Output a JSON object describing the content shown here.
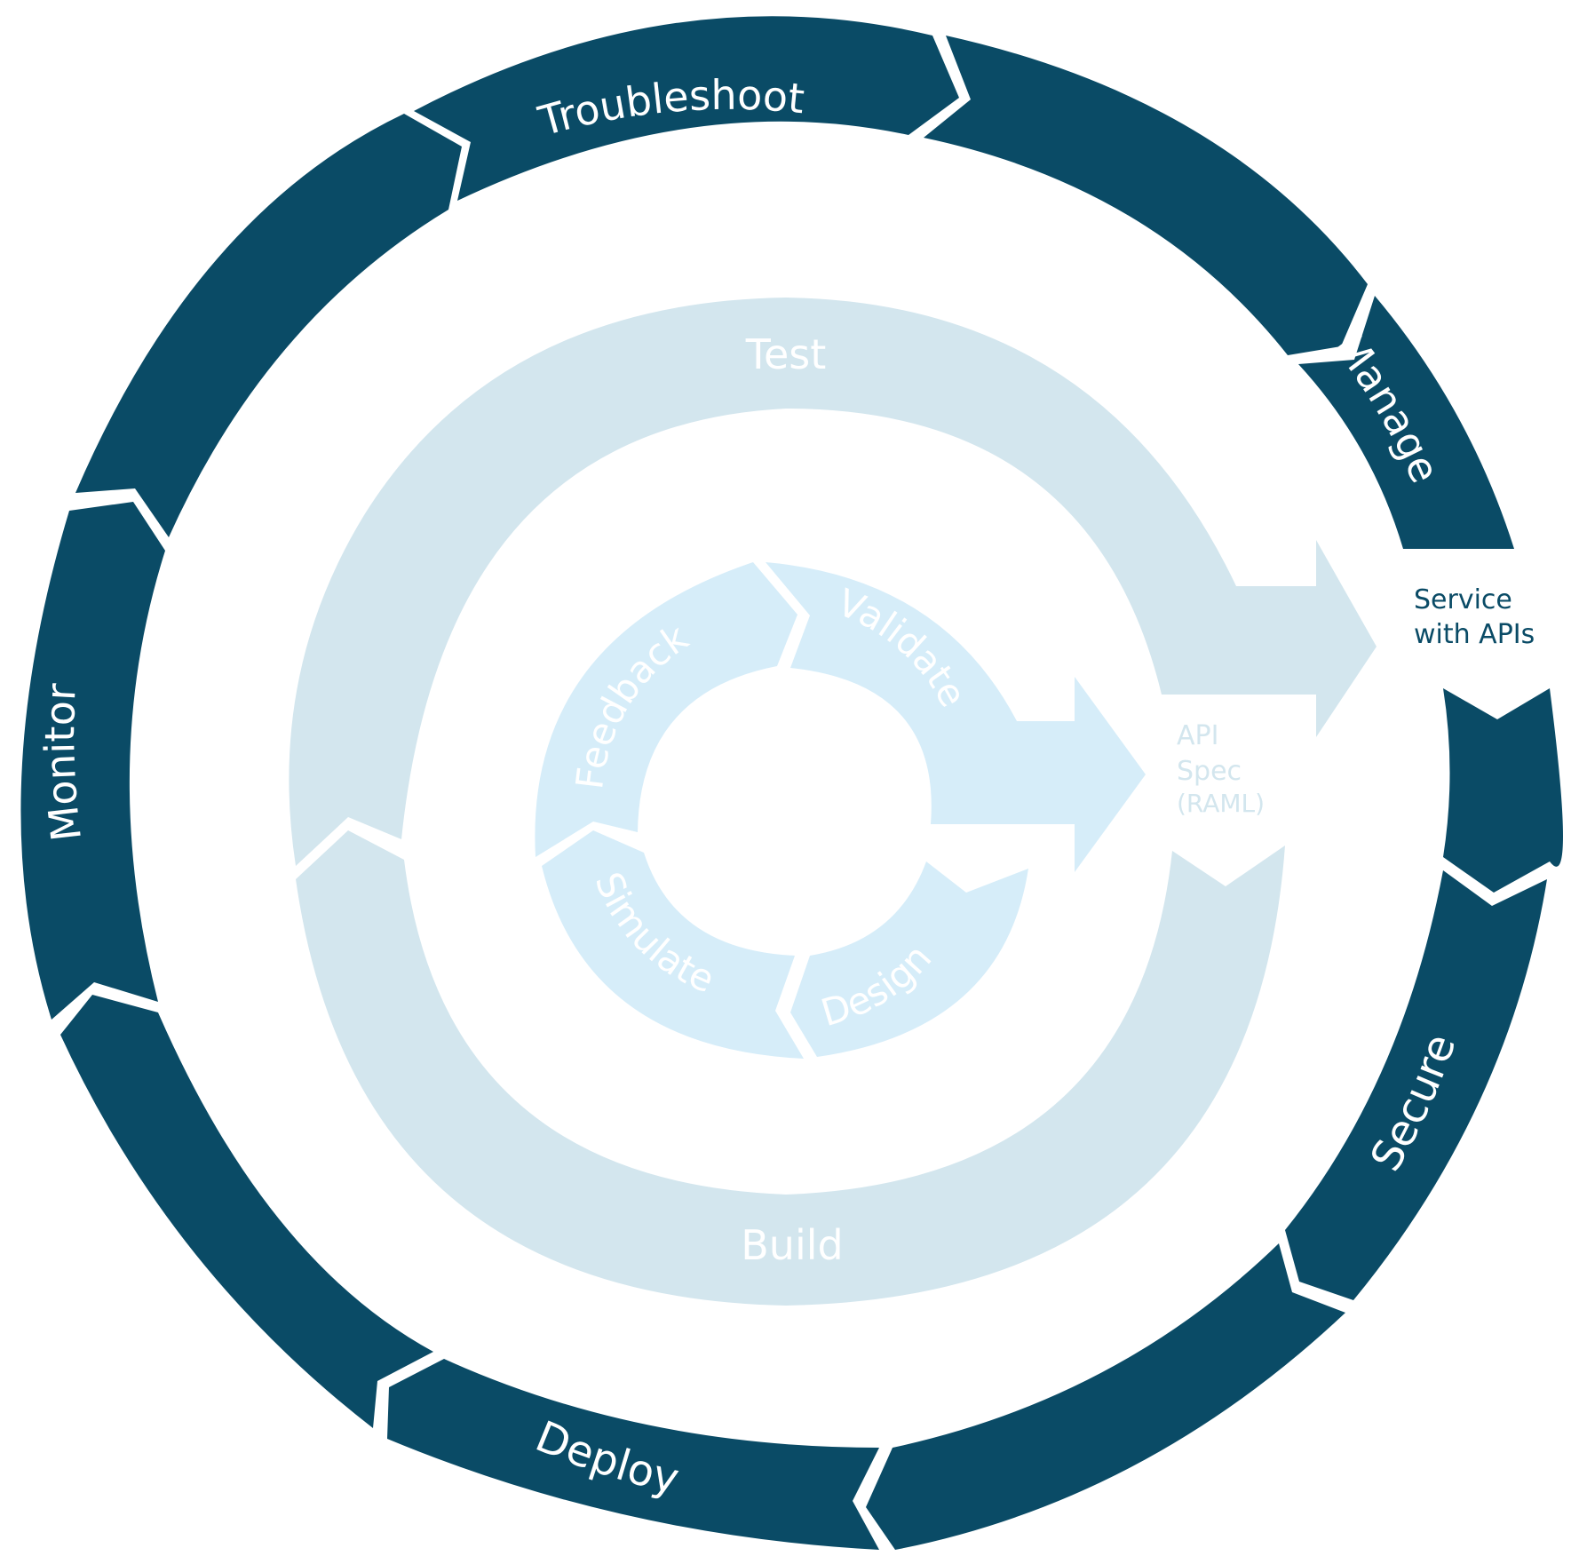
{
  "colors": {
    "outer_ring": "#0a4b66",
    "middle_ring": "#d3e6ee",
    "inner_ring": "#d6edf9",
    "background": "#ffffff",
    "output_text": "#0a4b66",
    "spec_text": "#d3e6ee",
    "ring_text": "#ffffff"
  },
  "outer_ring": {
    "labels": {
      "troubleshoot": "Troubleshoot",
      "manage": "Manage",
      "secure": "Secure",
      "deploy": "Deploy",
      "monitor": "Monitor"
    }
  },
  "middle_ring": {
    "labels": {
      "test": "Test",
      "build": "Build"
    }
  },
  "inner_ring": {
    "labels": {
      "feedback": "Feedback",
      "validate": "Validate",
      "simulate": "Simulate",
      "design": "Design"
    }
  },
  "api_spec": {
    "line1": "API",
    "line2": "Spec",
    "line3": "(RAML)"
  },
  "service": {
    "line1": "Service",
    "line2": "with APIs"
  }
}
